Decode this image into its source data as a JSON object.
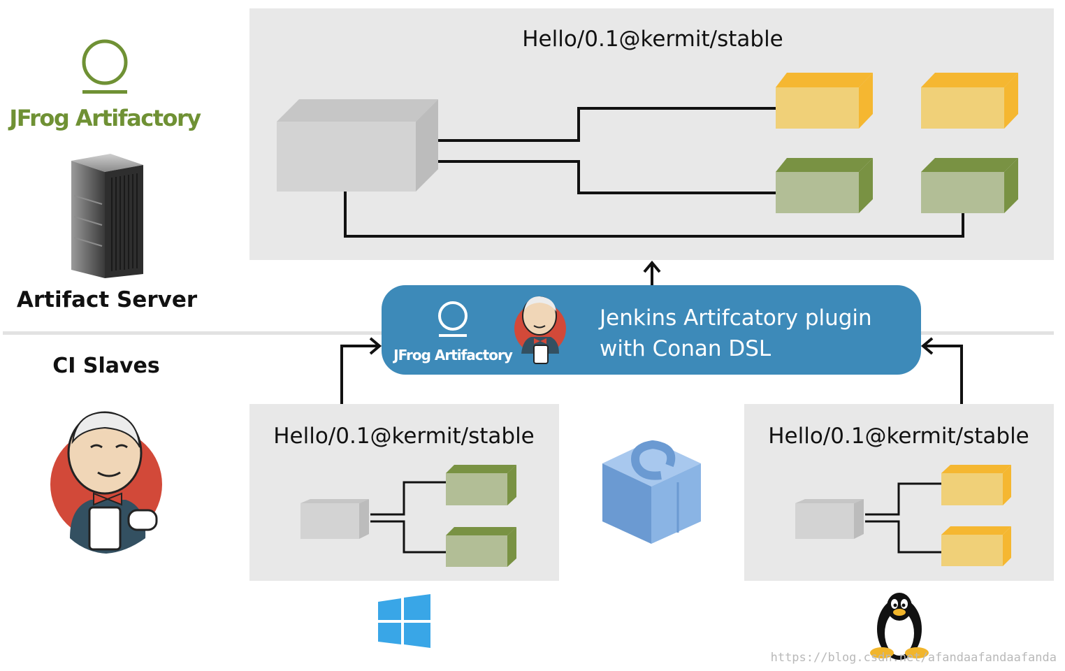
{
  "server_side": {
    "brand": "JFrog Artifactory",
    "server_label": "Artifact Server",
    "package_ref": "Hello/0.1@kermit/stable"
  },
  "plugin": {
    "brand": "JFrog Artifactory",
    "line1": "Jenkins Artifcatory plugin",
    "line2": "with Conan DSL"
  },
  "ci": {
    "label": "CI Slaves",
    "windows_package_ref": "Hello/0.1@kermit/stable",
    "linux_package_ref": "Hello/0.1@kermit/stable"
  },
  "watermark": "https://blog.csdn.net/afandaafandaafanda",
  "colors": {
    "panel": "#e8e8e8",
    "plugin_bg": "#3d8ab9",
    "jfrog_green": "#6f9134",
    "yellow_front": "#f0d078",
    "yellow_side": "#f5b731",
    "green_front": "#b2be96",
    "green_side": "#799243",
    "gray_front": "#d3d3d3",
    "gray_side": "#c0c0c0",
    "windows_blue": "#39a6e7",
    "conan_blue": "#6b9ad2",
    "jenkins_red": "#d24939"
  },
  "icons": [
    "jfrog-logo-icon",
    "server-icon",
    "jenkins-icon",
    "windows-icon",
    "conan-icon",
    "linux-tux-icon",
    "arrow-up-icon",
    "arrow-right-icon",
    "arrow-left-icon"
  ]
}
